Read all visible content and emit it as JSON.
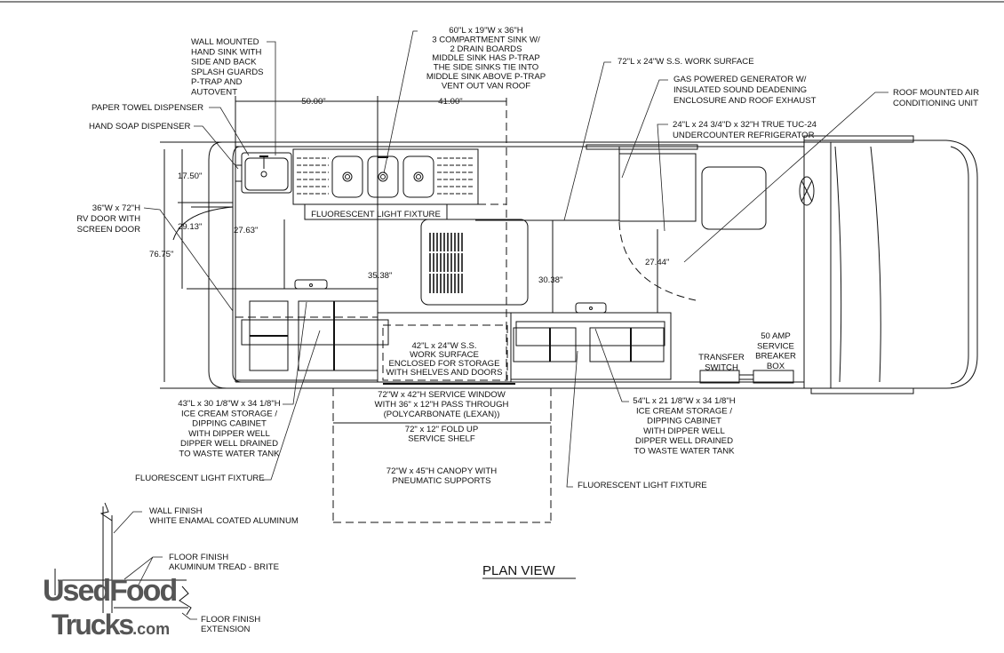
{
  "drawing": {
    "title": "PLAN VIEW",
    "watermark_line1": "UsedFood",
    "watermark_line2": "Trucks",
    "watermark_suffix": ".com"
  },
  "dimensions": {
    "d_50": "50.00\"",
    "d_41": "41.00\"",
    "d_17_50": "17.50\"",
    "d_29_13": "29.13\"",
    "d_76_75": "76.75\"",
    "d_27_63": "27.63\"",
    "d_35_38": "35.38\"",
    "d_30_38": "30.38\"",
    "d_27_44": "27.44\""
  },
  "labels": {
    "hand_sink": [
      "WALL MOUNTED",
      "HAND SINK WITH",
      "SIDE AND BACK",
      "SPLASH GUARDS",
      "P-TRAP AND",
      "AUTOVENT"
    ],
    "three_comp_sink": [
      "60\"L x 19\"W x 36\"H",
      "3 COMPARTMENT SINK W/",
      "2 DRAIN BOARDS",
      "MIDDLE SINK HAS P-TRAP",
      "THE SIDE SINKS TIE INTO",
      "MIDDLE SINK ABOVE P-TRAP",
      "VENT OUT VAN ROOF"
    ],
    "paper_towel": "PAPER TOWEL DISPENSER",
    "hand_soap": "HAND SOAP DISPENSER",
    "rv_door": [
      "36\"W x 72\"H",
      "RV DOOR WITH",
      "SCREEN DOOR"
    ],
    "work_surface_72": "72\"L x 24\"W S.S. WORK SURFACE",
    "generator": [
      "GAS POWERED GENERATOR W/",
      "INSULATED SOUND DEADENING",
      "ENCLOSURE AND ROOF EXHAUST"
    ],
    "refrigerator": [
      "24\"L x 24 3/4\"D x 32\"H TRUE TUC-24",
      "UNDERCOUNTER REFRIGERATOR"
    ],
    "air_conditioner": [
      "ROOF MOUNTED AIR",
      "CONDITIONING UNIT"
    ],
    "light_fixture_top": "FLUORESCENT LIGHT FIXTURE",
    "work_surface_42": [
      "42\"L x 24\"W S.S.",
      "WORK SURFACE",
      "ENCLOSED FOR STORAGE",
      "WITH SHELVES AND DOORS"
    ],
    "service_window": [
      "72\"W  x 42\"H SERVICE WINDOW",
      "WITH 36\" x 12\"H PASS THROUGH",
      "(POLYCARBONATE (LEXAN))"
    ],
    "service_shelf": [
      "72\" x 12\" FOLD UP",
      "SERVICE SHELF"
    ],
    "canopy": [
      "72\"W x 45\"H CANOPY WITH",
      "PNEUMATIC SUPPORTS"
    ],
    "ice_cream_left": [
      "43\"L x 30 1/8\"W x 34 1/8\"H",
      "ICE CREAM STORAGE /",
      "DIPPING CABINET",
      "WITH DIPPER WELL",
      "DIPPER WELL DRAINED",
      "TO WASTE WATER TANK"
    ],
    "light_fixture_left": "FLUORESCENT LIGHT FIXTURE",
    "ice_cream_right": [
      "54\"L x 21 1/8\"W x 34 1/8\"H",
      "ICE CREAM STORAGE /",
      "DIPPING CABINET",
      "WITH DIPPER WELL",
      "DIPPER WELL DRAINED",
      "TO WASTE WATER TANK"
    ],
    "light_fixture_right": "FLUORESCENT LIGHT FIXTURE",
    "transfer_switch": [
      "TRANSFER",
      "SWITCH"
    ],
    "breaker_box": [
      "50 AMP",
      "SERVICE",
      "BREAKER",
      "BOX"
    ],
    "wall_finish": [
      "WALL FINISH",
      "WHITE ENAMAL COATED ALUMINUM"
    ],
    "floor_finish": [
      "FLOOR FINISH",
      "AKUMINUM TREAD - BRITE"
    ],
    "floor_finish_ext": [
      "FLOOR FINISH",
      "EXTENSION"
    ]
  }
}
